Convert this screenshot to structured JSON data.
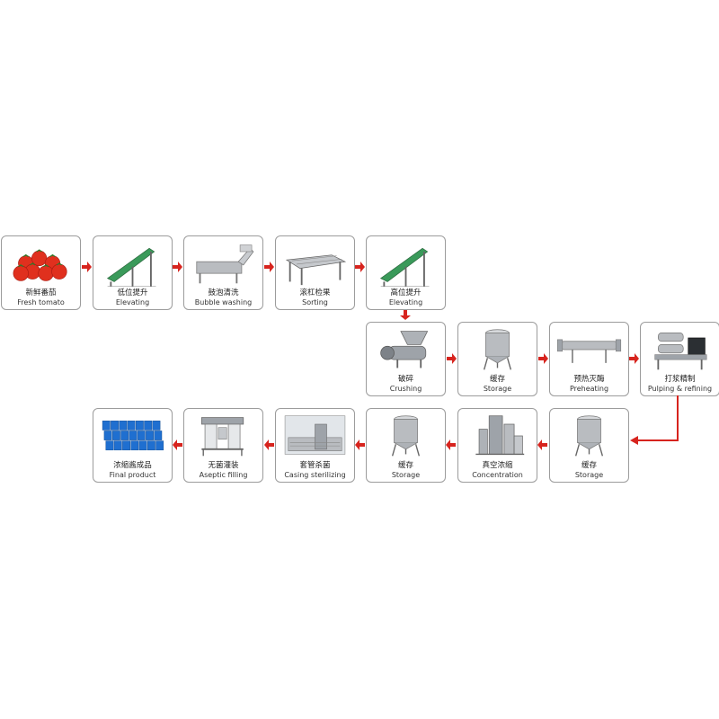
{
  "diagram": {
    "steps": [
      {
        "cn": "新鲜番茄",
        "en": "Fresh tomato",
        "icon": "tomato-icon"
      },
      {
        "cn": "低位提升",
        "en": "Elevating",
        "icon": "incline-conveyor-icon"
      },
      {
        "cn": "鼓泡清洗",
        "en": "Bubble washing",
        "icon": "washing-machine-icon"
      },
      {
        "cn": "滚杠检果",
        "en": "Sorting",
        "icon": "roller-sorter-icon"
      },
      {
        "cn": "高位提升",
        "en": "Elevating",
        "icon": "incline-conveyor-icon"
      },
      {
        "cn": "破碎",
        "en": "Crushing",
        "icon": "crusher-icon"
      },
      {
        "cn": "缓存",
        "en": "Storage",
        "icon": "tank-icon"
      },
      {
        "cn": "预热灭酶",
        "en": "Preheating",
        "icon": "tube-heater-icon"
      },
      {
        "cn": "打浆精制",
        "en": "Pulping & refining",
        "icon": "pulper-icon"
      },
      {
        "cn": "缓存",
        "en": "Storage",
        "icon": "tank-icon"
      },
      {
        "cn": "真空浓缩",
        "en": "Concentration",
        "icon": "evaporator-icon"
      },
      {
        "cn": "缓存",
        "en": "Storage",
        "icon": "tank-icon"
      },
      {
        "cn": "套管杀菌",
        "en": "Casing sterilizing",
        "icon": "sterilizer-icon"
      },
      {
        "cn": "无菌灌装",
        "en": "Aseptic filling",
        "icon": "aseptic-filler-icon"
      },
      {
        "cn": "浓缩酱成品",
        "en": "Final product",
        "icon": "drums-icon"
      }
    ],
    "colors": {
      "arrow": "#d7241e",
      "border": "#9c9c9c",
      "steel": "#b9bcc0",
      "tomato": "#e0301e",
      "drum": "#1f6fd0"
    }
  }
}
